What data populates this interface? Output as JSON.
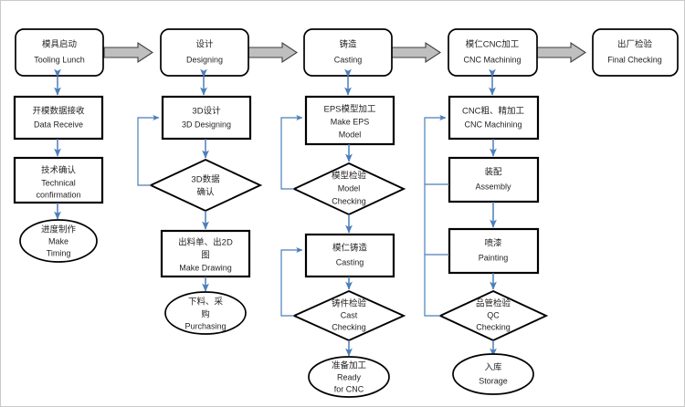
{
  "diagram": {
    "title_band": [
      {
        "id": "band-tooling",
        "cn": "模具启动",
        "en": "Tooling Lunch"
      },
      {
        "id": "band-design",
        "cn": "设计",
        "en": "Designing"
      },
      {
        "id": "band-casting",
        "cn": "铸造",
        "en": "Casting"
      },
      {
        "id": "band-cnc",
        "cn": "模仁CNC加工",
        "en": "CNC Machining"
      },
      {
        "id": "band-final",
        "cn": "出厂检验",
        "en": "Final Checking"
      }
    ],
    "columns": [
      {
        "id": "col-tooling",
        "nodes": [
          {
            "id": "n-data-receive",
            "shape": "process",
            "cn": "开模数据接收",
            "en": "Data Receive",
            "en2": ""
          },
          {
            "id": "n-technical",
            "shape": "process",
            "cn": "技术确认",
            "en": "Technical",
            "en2": "confirmation"
          },
          {
            "id": "n-make-timing",
            "shape": "ellipse",
            "cn": "进度制作",
            "en": "Make",
            "en2": "Timing"
          }
        ]
      },
      {
        "id": "col-design",
        "nodes": [
          {
            "id": "n-3d-design",
            "shape": "process",
            "cn": "3D设计",
            "en": "3D Designing",
            "en2": ""
          },
          {
            "id": "n-3d-confirm",
            "shape": "diamond",
            "cn": "3D数据",
            "cn2": "确认",
            "en": "",
            "en2": ""
          },
          {
            "id": "n-make-drawing",
            "shape": "process",
            "cn": "出料单、出2D",
            "cn2": "图",
            "en": "Make Drawing",
            "en2": ""
          },
          {
            "id": "n-purchasing",
            "shape": "ellipse",
            "cn": "下料、采",
            "cn2": "购",
            "en": "Purchasing",
            "en2": ""
          }
        ]
      },
      {
        "id": "col-casting",
        "nodes": [
          {
            "id": "n-eps-model",
            "shape": "process",
            "cn": "EPS模型加工",
            "en": "Make EPS",
            "en2": "Model"
          },
          {
            "id": "n-model-check",
            "shape": "diamond",
            "cn": "模型检验",
            "en": "Model",
            "en2": "Checking"
          },
          {
            "id": "n-core-casting",
            "shape": "process",
            "cn": "模仁铸造",
            "en": "Casting",
            "en2": ""
          },
          {
            "id": "n-cast-check",
            "shape": "diamond",
            "cn": "铸件检验",
            "en": "Cast",
            "en2": "Checking"
          },
          {
            "id": "n-ready-cnc",
            "shape": "ellipse",
            "cn": "准备加工",
            "en": "Ready",
            "en2": "for CNC"
          }
        ]
      },
      {
        "id": "col-cnc",
        "nodes": [
          {
            "id": "n-cnc-machining",
            "shape": "process",
            "cn": "CNC粗、精加工",
            "en": "CNC Machining",
            "en2": ""
          },
          {
            "id": "n-assembly",
            "shape": "process",
            "cn": "装配",
            "en": "Assembly",
            "en2": ""
          },
          {
            "id": "n-painting",
            "shape": "process",
            "cn": "喷漆",
            "en": "Painting",
            "en2": ""
          },
          {
            "id": "n-qc-check",
            "shape": "diamond",
            "cn": "品管检验",
            "en": "QC",
            "en2": "Checking"
          },
          {
            "id": "n-storage",
            "shape": "ellipse",
            "cn": "入库",
            "en": "Storage",
            "en2": ""
          }
        ]
      }
    ],
    "colors": {
      "connector": "#4a7ebb",
      "band_arrow_fill": "#bfbfbf",
      "band_arrow_stroke": "#3f3f3f",
      "shape_stroke": "#000000",
      "text": "#231f20",
      "background": "#ffffff"
    }
  }
}
